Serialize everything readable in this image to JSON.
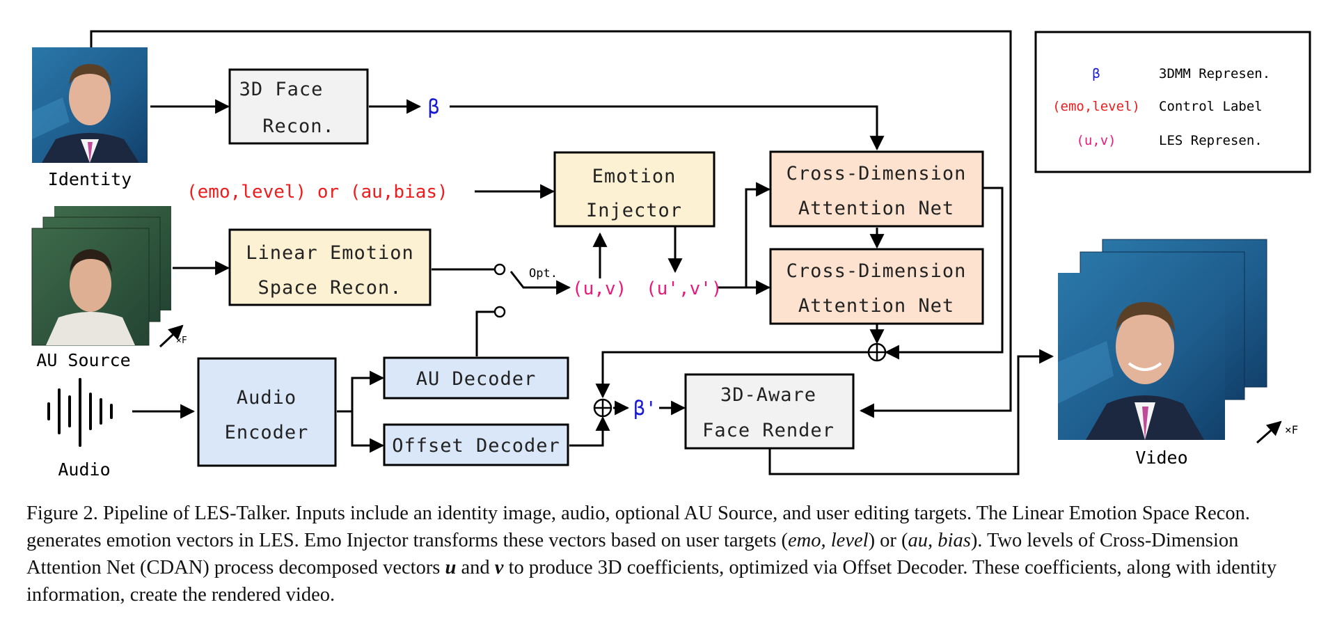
{
  "diagram": {
    "boxes": {
      "face_recon": [
        "3D Face",
        "Recon."
      ],
      "emotion_injector": [
        "Emotion",
        "Injector"
      ],
      "cdan_top": [
        "Cross-Dimension",
        "Attention Net"
      ],
      "cdan_bottom": [
        "Cross-Dimension",
        "Attention Net"
      ],
      "linear_emotion": [
        "Linear Emotion",
        "Space Recon."
      ],
      "audio_encoder": [
        "Audio",
        "Encoder"
      ],
      "au_decoder": "AU Decoder",
      "offset_decoder": "Offset Decoder",
      "face_render": [
        "3D-Aware",
        "Face Render"
      ]
    },
    "labels": {
      "identity": "Identity",
      "au_source": "AU Source",
      "audio": "Audio",
      "video": "Video",
      "beta": "β",
      "beta_prime": "β'",
      "control": "(emo,level) or (au,bias)",
      "uv": "(u,v)",
      "uv_prime": "(u',v')",
      "opt": "Opt.",
      "xf": "×F"
    },
    "legend": [
      {
        "symbol": "β",
        "text": "3DMM Represen.",
        "color": "#1a1ad6"
      },
      {
        "symbol": "(emo,level)",
        "text": "Control Label",
        "color": "#ee1c1c"
      },
      {
        "symbol": "(u,v)",
        "text": "LES Represen.",
        "color": "#e8197a"
      }
    ],
    "colors": {
      "gray_box": "#f2f2f2",
      "yellow_box": "#fdf1d3",
      "orange_box": "#fde3cf",
      "blue_box": "#d9e7f8",
      "beta": "#1a1ad6",
      "control": "#ee1c1c",
      "les": "#e8197a"
    }
  },
  "caption": {
    "p1": "Figure 2. Pipeline of LES-Talker. Inputs include an identity image, audio, optional AU Source, and user editing targets. The Linear Emotion Space Recon. generates emotion vectors in LES. Emo Injector transforms these vectors based on user targets (",
    "m1": "emo, level",
    "p2": ") or (",
    "m2": "au, bias",
    "p3": "). Two levels of Cross-Dimension Attention Net (CDAN) process decomposed vectors ",
    "u": "u",
    "and": " and ",
    "v": "v",
    "p4": " to produce 3D coefficients, optimized via Offset Decoder. These coefficients, along with identity information, create the rendered video."
  }
}
